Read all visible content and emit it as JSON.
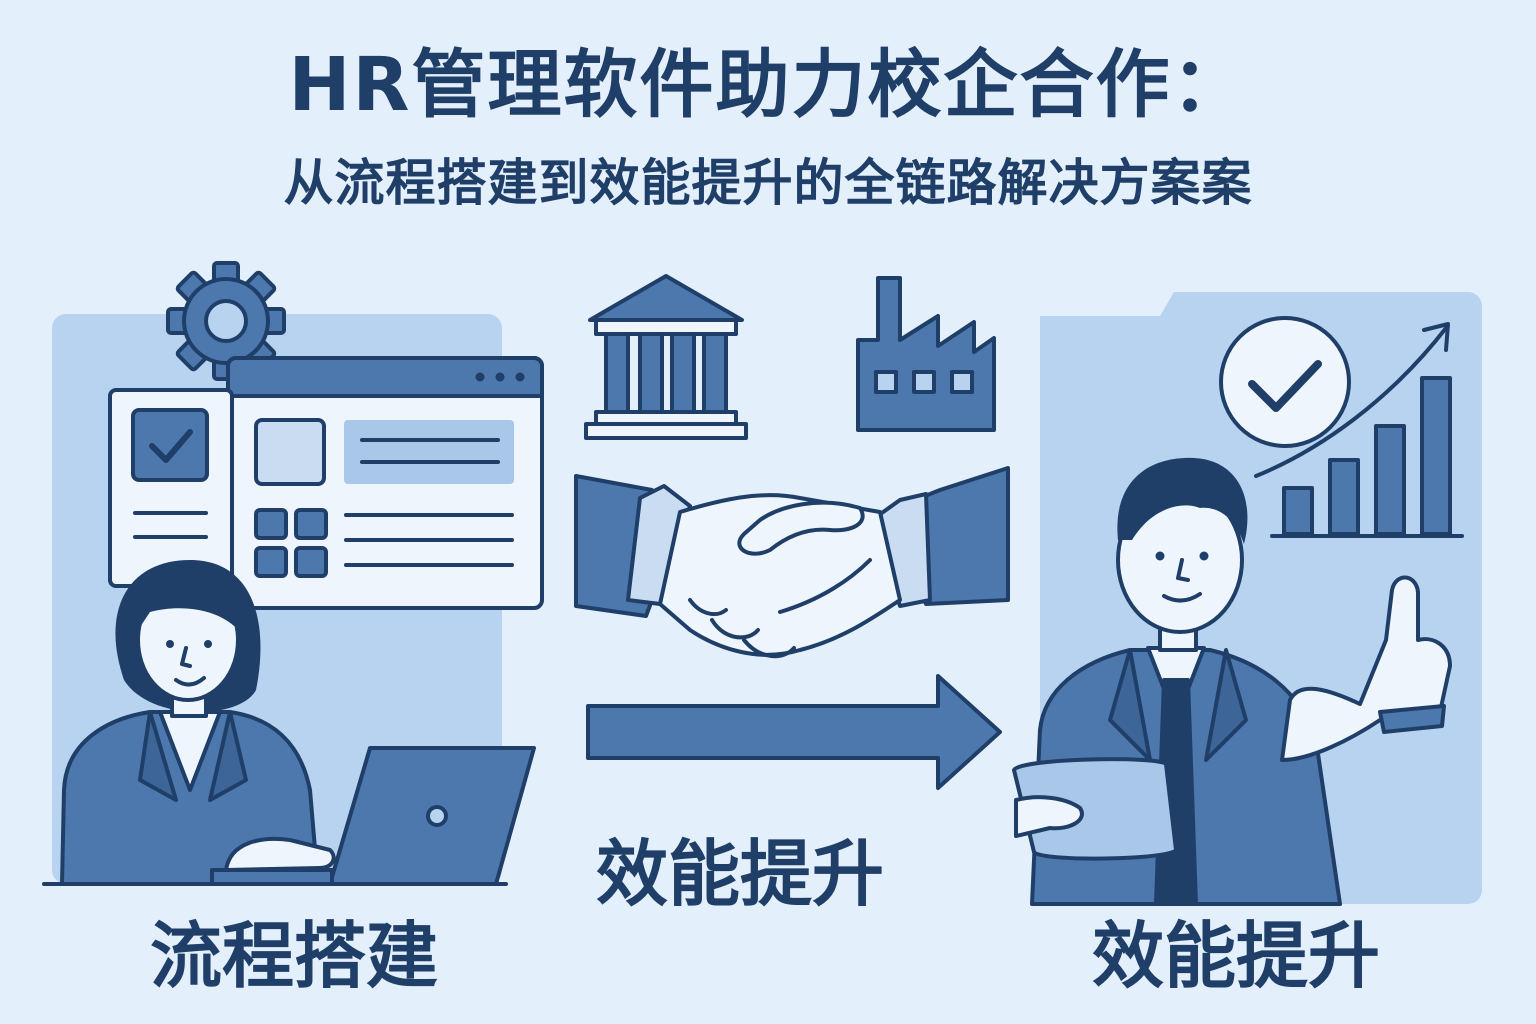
{
  "title": "HR管理软件助力校企合作：",
  "subtitle": "从流程搭建到效能提升的全链路解决方案案",
  "left_label": "流程搭建",
  "center_label": "效能提升",
  "right_label": "效能提升",
  "icons": {
    "left_panel": [
      "gear-icon",
      "checkbox-icon",
      "app-window",
      "woman-with-laptop"
    ],
    "center": [
      "university-building-icon",
      "factory-icon",
      "handshake-icon",
      "right-arrow-icon"
    ],
    "right_panel": [
      "check-circle-icon",
      "bar-chart-growth-icon",
      "man-with-tablet"
    ]
  },
  "colors": {
    "background": "#e3effa",
    "panel": "#b7d3ef",
    "primary_blue": "#4d78ae",
    "dark_navy": "#1f3f68",
    "light_fill": "#eef5fc"
  }
}
